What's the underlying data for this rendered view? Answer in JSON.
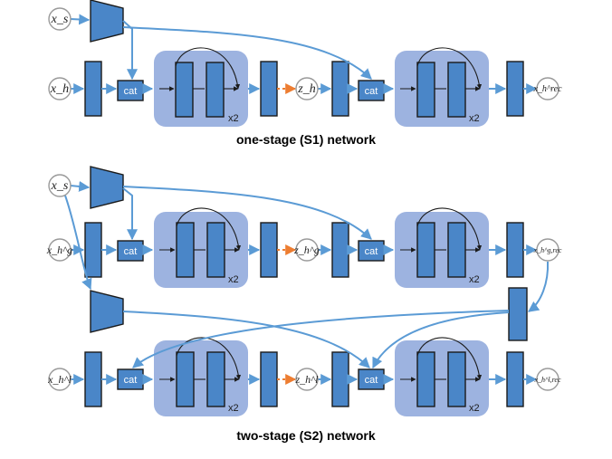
{
  "captions": {
    "s1": "one-stage (S1) network",
    "s2": "two-stage (S2) network"
  },
  "labels": {
    "cat": "cat",
    "x2": "x2"
  },
  "s1": {
    "xs": "x_s",
    "xh": "x_h",
    "zh": "z_h",
    "out": "x_h^rec"
  },
  "s2": {
    "xs": "x_s",
    "xg": "x_h^g",
    "zg": "z_h^g",
    "outg": "x_h^g,rec",
    "xl": "x_h^l",
    "zl": "z_h^l",
    "outl": "x_h^l,rec"
  },
  "colors": {
    "block": "#4a86c8",
    "resblock": "#9db3e0",
    "connection": "#5b9bd5",
    "latent_link": "#ed7d31"
  }
}
